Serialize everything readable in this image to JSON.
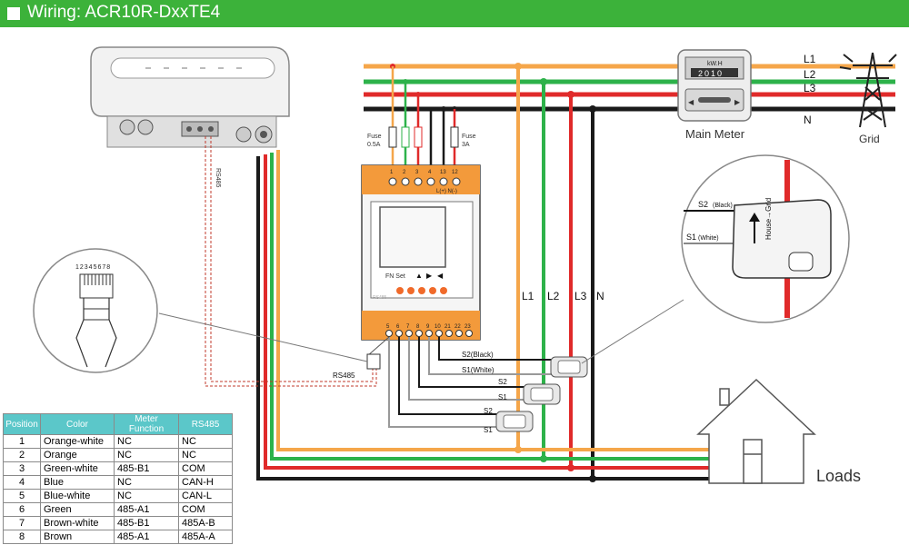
{
  "header": {
    "title": "Wiring: ACR10R-DxxTE4"
  },
  "grid": {
    "lines": [
      "L1",
      "L2",
      "L3",
      "N"
    ],
    "label": "Grid"
  },
  "main_meter": {
    "display_unit": "kW.H",
    "display_value": "2010",
    "label": "Main Meter"
  },
  "fuses": [
    {
      "name": "Fuse",
      "rating": "0.5A"
    },
    {
      "name": "Fuse",
      "rating": "3A"
    }
  ],
  "meter": {
    "top_terminals": [
      "1",
      "2",
      "3",
      "4",
      "13",
      "12"
    ],
    "polarity_label": "L(+) N(-)",
    "buttons_label": "FN Set",
    "rs485_mark": "RS485",
    "bottom_terminals": [
      "5",
      "6",
      "7",
      "8",
      "9",
      "10",
      "21",
      "22",
      "23"
    ]
  },
  "line_labels": [
    "L1",
    "L2",
    "L3",
    "N"
  ],
  "ct_labels": {
    "s2_black": "S2(Black)",
    "s1_white": "S1(White)",
    "s2": "S2",
    "s1": "S1"
  },
  "ct_detail": {
    "s2": "S2",
    "s2_color": "(Black)",
    "s1": "S1",
    "s1_color": "(White)",
    "clamp_text": "House→Grid"
  },
  "rs485_label": "RS485",
  "rj45_pins": "12345678",
  "loads": {
    "label": "Loads"
  },
  "wire_colors": {
    "l1": "#f5a64a",
    "l2": "#2db24a",
    "l3": "#e02a2a",
    "n": "#1a1a1a",
    "accent": "#3cb23a",
    "table_header": "#5bc7c9"
  },
  "pin_table": {
    "headers": [
      "Position",
      "Color",
      "Meter Function",
      "RS485"
    ],
    "rows": [
      [
        "1",
        "Orange-white",
        "NC",
        "NC"
      ],
      [
        "2",
        "Orange",
        "NC",
        "NC"
      ],
      [
        "3",
        "Green-white",
        "485-B1",
        "COM"
      ],
      [
        "4",
        "Blue",
        "NC",
        "CAN-H"
      ],
      [
        "5",
        "Blue-white",
        "NC",
        "CAN-L"
      ],
      [
        "6",
        "Green",
        "485-A1",
        "COM"
      ],
      [
        "7",
        "Brown-white",
        "485-B1",
        "485A-B"
      ],
      [
        "8",
        "Brown",
        "485-A1",
        "485A-A"
      ]
    ]
  }
}
